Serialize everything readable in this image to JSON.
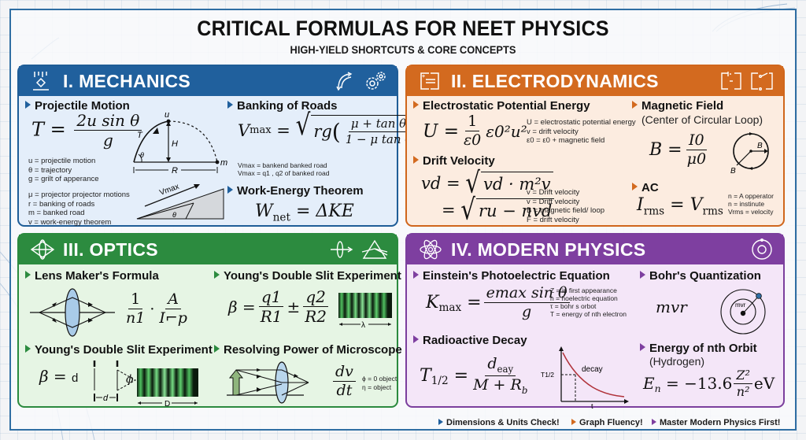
{
  "header": {
    "title": "CRITICAL FORMULAS FOR NEET PHYSICS",
    "subtitle": "HIGH-YIELD SHORTCUTS & CORE CONCEPTS"
  },
  "colors": {
    "mechanics": "#20609d",
    "electrodynamics": "#d36a1f",
    "optics": "#2c8b3f",
    "modern_physics": "#7e3fa0"
  },
  "panels": {
    "mechanics": {
      "title": "I. MECHANICS",
      "icons": [
        "falling-block-icon",
        "circular-motion-arrows-icon",
        "gears-icon"
      ],
      "projectile": {
        "heading": "Projectile Motion",
        "formula_lhs": "T",
        "formula_num": "2u sin θ",
        "formula_den": "g",
        "notes": [
          "u = projectile motion",
          "θ = trajectory",
          "g = grilt of apperance"
        ],
        "notes2": [
          "μ = projector projector motions",
          "r = banking of roads",
          "m = banked road",
          "v = work-energy theorem"
        ],
        "diagram_labels": {
          "top": "u",
          "height": "H",
          "range": "R",
          "mass": "m",
          "tangent": "T",
          "angle": "θ"
        },
        "incline_labels": {
          "velocity": "Vmax",
          "angle": "θ"
        }
      },
      "banking": {
        "heading": "Banking of Roads",
        "formula_lhs": "V",
        "formula_lhs_sub": "max",
        "formula_radicand": "rg",
        "formula_num": "μ + tan θ",
        "formula_den": "1 − μ tan θ",
        "notes": [
          "Vmax = bankend banked road",
          "Vmax = q1 , q2 of banked road"
        ]
      },
      "work_energy": {
        "heading": "Work-Energy Theorem",
        "formula_lhs": "W",
        "formula_lhs_sub": "net",
        "formula_rhs": "ΔKE"
      }
    },
    "electrodynamics": {
      "title": "II. ELECTRODYNAMICS",
      "icons": [
        "capacitor-icon",
        "circuit-icon",
        "switch-circuit-icon"
      ],
      "potential_energy": {
        "heading": "Electrostatic Potential Energy",
        "formula_lhs": "U",
        "formula_num": "1",
        "formula_den": "ε0",
        "formula_tail": "ε0²u²",
        "notes": [
          "U = electrostatic potential energy",
          "v = drift velocity",
          "ε0 = ε0 + magnetic field"
        ]
      },
      "drift_velocity": {
        "heading": "Drift Velocity",
        "line1_lhs": "vd",
        "line1_radicand": "vd · m²v",
        "line2_radicand": "ru − nvd",
        "notes": [
          "v = Drift velocity",
          "v = Drift velocity",
          "B = magnetic field/ loop",
          "F = drift velocity"
        ]
      },
      "magnetic_field": {
        "heading": "Magnetic Field",
        "subheading": "(Center of Circular Loop)",
        "formula_lhs": "B",
        "formula_num": "I0",
        "formula_den": "μ0",
        "diagram_labels": [
          "B",
          "B"
        ]
      },
      "ac": {
        "heading": "AC",
        "formula_lhs": "I",
        "formula_lhs_sub": "rms",
        "formula_rhs": "V",
        "formula_rhs_sub": "rms",
        "notes": [
          "n = A opperator",
          "n = instinute",
          "Vrms = velocity"
        ]
      }
    },
    "optics": {
      "title": "III. OPTICS",
      "icons": [
        "lens-icon",
        "lens-ray-icon",
        "prism-icon"
      ],
      "lens_maker": {
        "heading": "Lens Maker's Formula",
        "frac1_num": "1",
        "frac1_den": "n1",
        "frac2_num": "A",
        "frac2_den": "I⌐p"
      },
      "ydse_left": {
        "heading": "Young's Double Slit Experiment",
        "formula_lhs": "β",
        "formula_rhs": "d",
        "labels": {
          "slit_gap": "d",
          "phi": "ϕ",
          "screen": "D"
        }
      },
      "ydse_right": {
        "heading": "Young's Double Slit Experiment",
        "formula_lhs": "β",
        "frac1_num": "q1",
        "frac1_den": "R1",
        "op": "±",
        "frac2_num": "q2",
        "frac2_den": "R2",
        "fringe_label": "λ"
      },
      "resolving_power": {
        "heading": "Resolving Power of Microscope",
        "formula_num": "dv",
        "formula_den": "dt",
        "notes": [
          "ϕ = 0 object",
          "η = object"
        ]
      }
    },
    "modern_physics": {
      "title": "IV. MODERN PHYSICS",
      "icons": [
        "atom-icon",
        "orbit-icon"
      ],
      "photoelectric": {
        "heading": "Einstein's Photoelectric Equation",
        "formula_lhs": "K",
        "formula_lhs_sub": "max",
        "formula_num": "emax sin θ",
        "formula_den": "g",
        "notes": [
          "Z = in first appearance",
          "h = hoelectric equation",
          "τ = bohr s orbot",
          "T = energy of nth electron"
        ]
      },
      "decay": {
        "heading": "Radioactive Decay",
        "formula_lhs": "T",
        "formula_lhs_sub": "1/2",
        "formula_num": "d",
        "formula_num_sub": "eay",
        "formula_den": "M + R",
        "formula_den_sub": "b",
        "graph": {
          "y_label": "T1/2",
          "x_label": "t",
          "curve_label": "decay"
        }
      },
      "bohr": {
        "heading": "Bohr's Quantization",
        "formula": "mvr",
        "diagram_label": "mvr"
      },
      "energy_orbit": {
        "heading": "Energy of nth Orbit",
        "subheading": "(Hydrogen)",
        "formula_lhs": "E",
        "formula_lhs_sub": "n",
        "formula_coef": "−13.6",
        "formula_num": "Z²",
        "formula_den": "n²",
        "formula_unit": "eV"
      }
    }
  },
  "footer": {
    "tips": [
      {
        "label": "Dimensions & Units Check!",
        "color": "#20609d"
      },
      {
        "label": "Graph Fluency!",
        "color": "#d36a1f"
      },
      {
        "label": "Master Modern Physics First!",
        "color": "#7e3fa0"
      }
    ]
  }
}
